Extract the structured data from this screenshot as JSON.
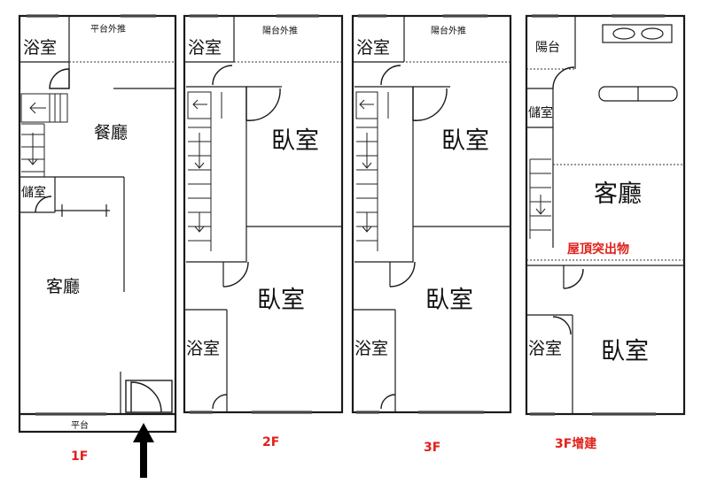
{
  "floors": [
    {
      "label": "1F",
      "rooms": {
        "bath": "浴室",
        "platform_ext": "平台外推",
        "dining": "餐廳",
        "storage": "儲室",
        "living": "客廳",
        "platform": "平台"
      }
    },
    {
      "label": "2F",
      "rooms": {
        "bath_top": "浴室",
        "balcony_ext": "陽台外推",
        "bedroom_a": "臥室",
        "bedroom_b": "臥室",
        "bath_bottom": "浴室"
      }
    },
    {
      "label": "3F",
      "rooms": {
        "bath_top": "浴室",
        "balcony_ext": "陽台外推",
        "bedroom_a": "臥室",
        "bedroom_b": "臥室",
        "bath_bottom": "浴室"
      }
    },
    {
      "label": "3F增建",
      "rooms": {
        "balcony": "陽台",
        "storage": "儲室",
        "living": "客廳",
        "rooftop": "屋頂突出物",
        "bath": "浴室",
        "bedroom": "臥室"
      }
    }
  ],
  "icons": {
    "entrance": "entrance-arrow-icon"
  },
  "colors": {
    "label_red": "#e0211b",
    "wall": "#1a1a1a"
  }
}
